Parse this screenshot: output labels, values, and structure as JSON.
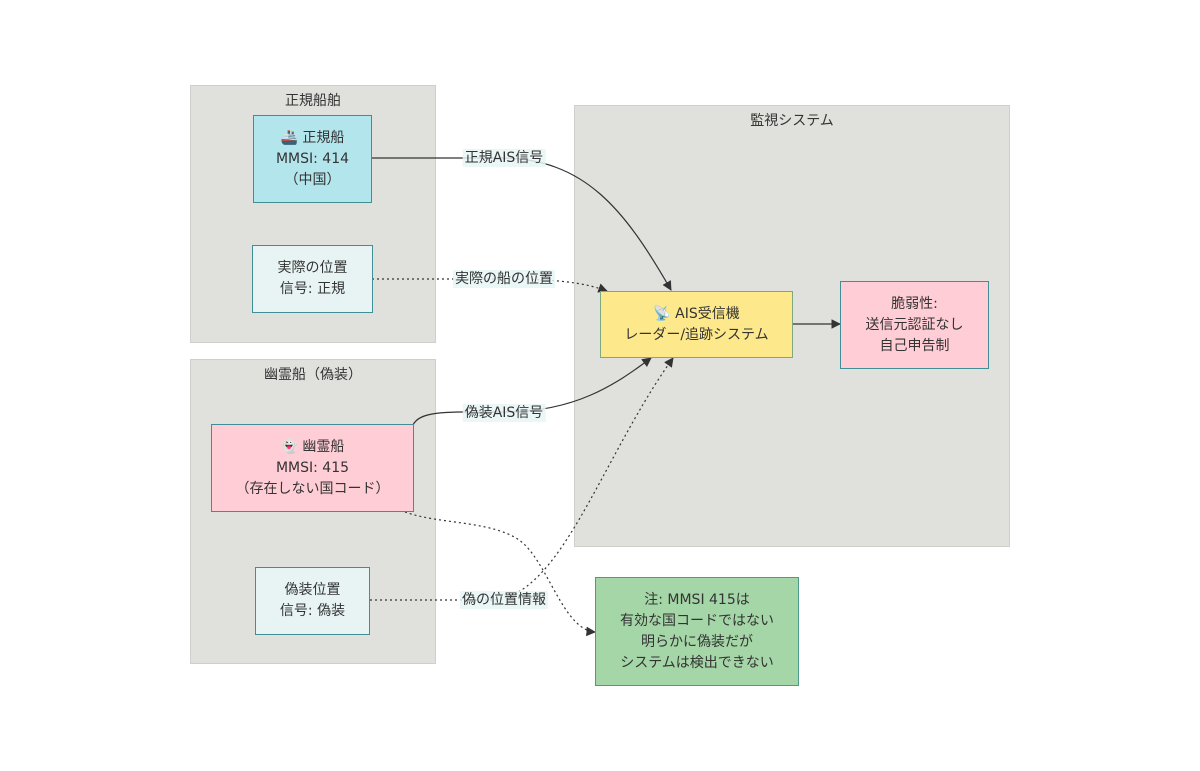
{
  "groups": {
    "legit": {
      "title": "正規船舶"
    },
    "ghost": {
      "title": "幽霊船（偽装）"
    },
    "monitor": {
      "title": "監視システム"
    }
  },
  "nodes": {
    "legit_ship": {
      "line1": "🚢 正規船",
      "line2": "MMSI: 414",
      "line3": "（中国）"
    },
    "actual_pos": {
      "line1": "実際の位置",
      "line2": "信号: 正規"
    },
    "ghost_ship": {
      "line1": "👻 幽霊船",
      "line2": "MMSI: 415",
      "line3": "（存在しない国コード）"
    },
    "fake_pos": {
      "line1": "偽装位置",
      "line2": "信号: 偽装"
    },
    "receiver": {
      "line1": "📡 AIS受信機",
      "line2": "レーダー/追跡システム"
    },
    "vuln": {
      "line1": "脆弱性:",
      "line2": "送信元認証なし",
      "line3": "自己申告制"
    },
    "note": {
      "line1": "注: MMSI 415は",
      "line2": "有効な国コードではない",
      "line3": "明らかに偽装だが",
      "line4": "システムは検出できない"
    }
  },
  "edges": {
    "legit_signal": "正規AIS信号",
    "actual_position": "実際の船の位置",
    "fake_signal": "偽装AIS信号",
    "fake_position": "偽の位置情報"
  },
  "colors": {
    "group_bg": "#e0e0dd",
    "legit_fill": "#b3e5ec",
    "position_fill": "#e8f4f4",
    "ghost_fill": "#ffcdd5",
    "receiver_fill": "#fde98b",
    "note_fill": "#a5d6a7",
    "edge": "#333333"
  }
}
